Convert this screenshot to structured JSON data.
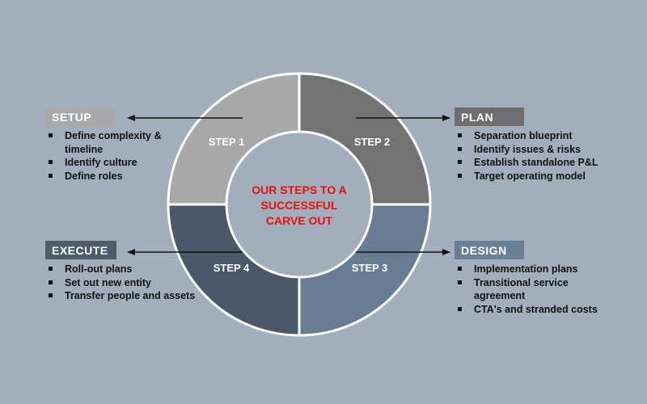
{
  "center": {
    "lines": [
      "OUR STEPS TO A",
      "SUCCESSFUL",
      "CARVE OUT"
    ],
    "color": "#e3120b"
  },
  "steps": [
    {
      "label": "STEP 1",
      "color": "#a8a8a8"
    },
    {
      "label": "STEP 2",
      "color": "#737373"
    },
    {
      "label": "STEP 3",
      "color": "#687d94"
    },
    {
      "label": "STEP 4",
      "color": "#4a5869"
    }
  ],
  "phases": {
    "setup": {
      "title": "SETUP",
      "items": [
        "Define complexity &",
        "timeline",
        "Identify culture",
        "Define roles"
      ]
    },
    "plan": {
      "title": "PLAN",
      "items": [
        "Separation blueprint",
        "Identify issues & risks",
        "Establish standalone P&L",
        "Target operating model"
      ]
    },
    "execute": {
      "title": "EXECUTE",
      "items": [
        "Roll-out plans",
        "Set out new entity",
        "Transfer people and assets"
      ]
    },
    "design": {
      "title": "DESIGN",
      "items": [
        "Implementation plans",
        "Transitional service",
        "agreement",
        "CTA's and stranded costs"
      ]
    }
  },
  "colors": {
    "background": "#a2aebb",
    "ring_gap": "#ffffff",
    "arrow": "#111111"
  }
}
